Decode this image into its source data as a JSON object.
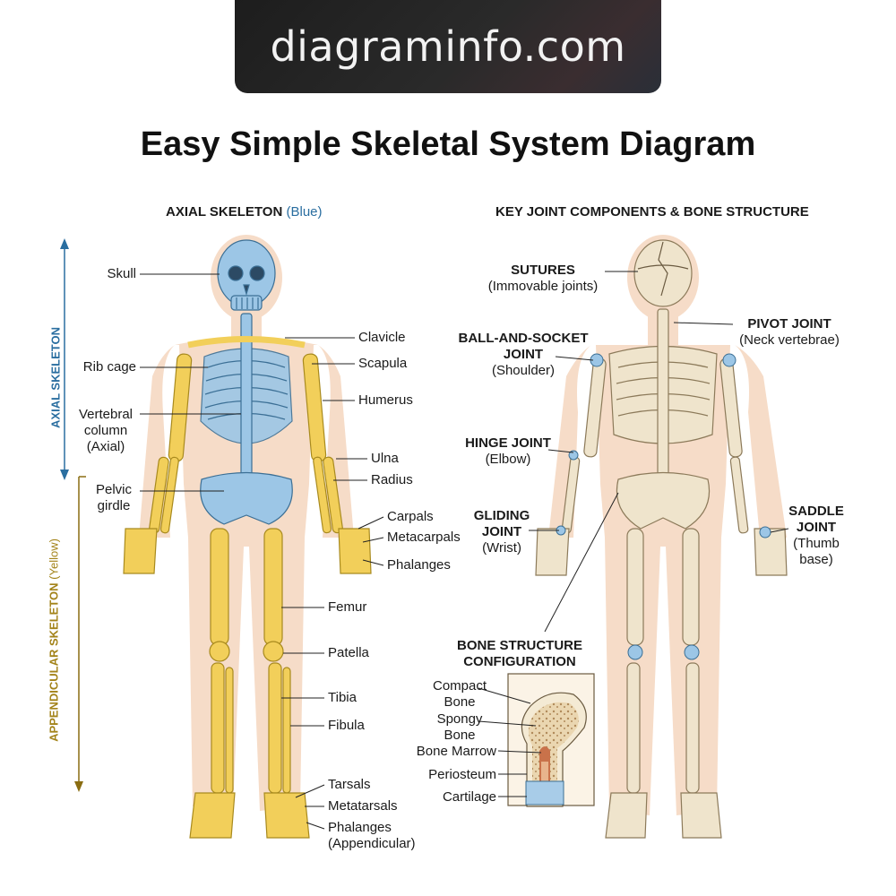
{
  "banner": {
    "text": "diagraminfo.com"
  },
  "title": "Easy Simple Skeletal System Diagram",
  "colors": {
    "axial": "#9cc6e6",
    "appendicular": "#f2cf5a",
    "skin": "#f6dcc8",
    "bone": "#efe4cc"
  },
  "left": {
    "heading": "AXIAL SKELETON",
    "heading_note": "(Blue)",
    "axis_axial": "AXIAL SKELETON",
    "axis_appendicular": "APPENDICULAR SKELETON",
    "axis_appendicular_note": "(Yellow)",
    "labels": {
      "skull": "Skull",
      "rib_cage": "Rib cage",
      "vertebral_1": "Vertebral",
      "vertebral_2": "column",
      "vertebral_3": "(Axial)",
      "pelvic_1": "Pelvic",
      "pelvic_2": "girdle",
      "clavicle": "Clavicle",
      "scapula": "Scapula",
      "humerus": "Humerus",
      "ulna": "Ulna",
      "radius": "Radius",
      "carpals": "Carpals",
      "metacarpals": "Metacarpals",
      "phalanges": "Phalanges",
      "femur": "Femur",
      "patella": "Patella",
      "tibia": "Tibia",
      "fibula": "Fibula",
      "tarsals": "Tarsals",
      "metatarsals": "Metatarsals",
      "phalanges_app_1": "Phalanges",
      "phalanges_app_2": "(Appendicular)"
    }
  },
  "right": {
    "heading": "KEY JOINT COMPONENTS & BONE STRUCTURE",
    "labels": {
      "sutures": "SUTURES",
      "sutures_note": "(Immovable joints)",
      "ball_1": "BALL-AND-SOCKET",
      "ball_2": "JOINT",
      "ball_note": "(Shoulder)",
      "pivot": "PIVOT JOINT",
      "pivot_note": "(Neck vertebrae)",
      "hinge": "HINGE JOINT",
      "hinge_note": "(Elbow)",
      "gliding_1": "GLIDING",
      "gliding_2": "JOINT",
      "gliding_note": "(Wrist)",
      "saddle_1": "SADDLE",
      "saddle_2": "JOINT",
      "saddle_note_1": "(Thumb",
      "saddle_note_2": "base)",
      "bone_structure_1": "BONE STRUCTURE",
      "bone_structure_2": "CONFIGURATION",
      "compact_1": "Compact",
      "compact_2": "Bone",
      "spongy_1": "Spongy",
      "spongy_2": "Bone",
      "marrow": "Bone Marrow",
      "periosteum": "Periosteum",
      "cartilage": "Cartilage"
    }
  }
}
